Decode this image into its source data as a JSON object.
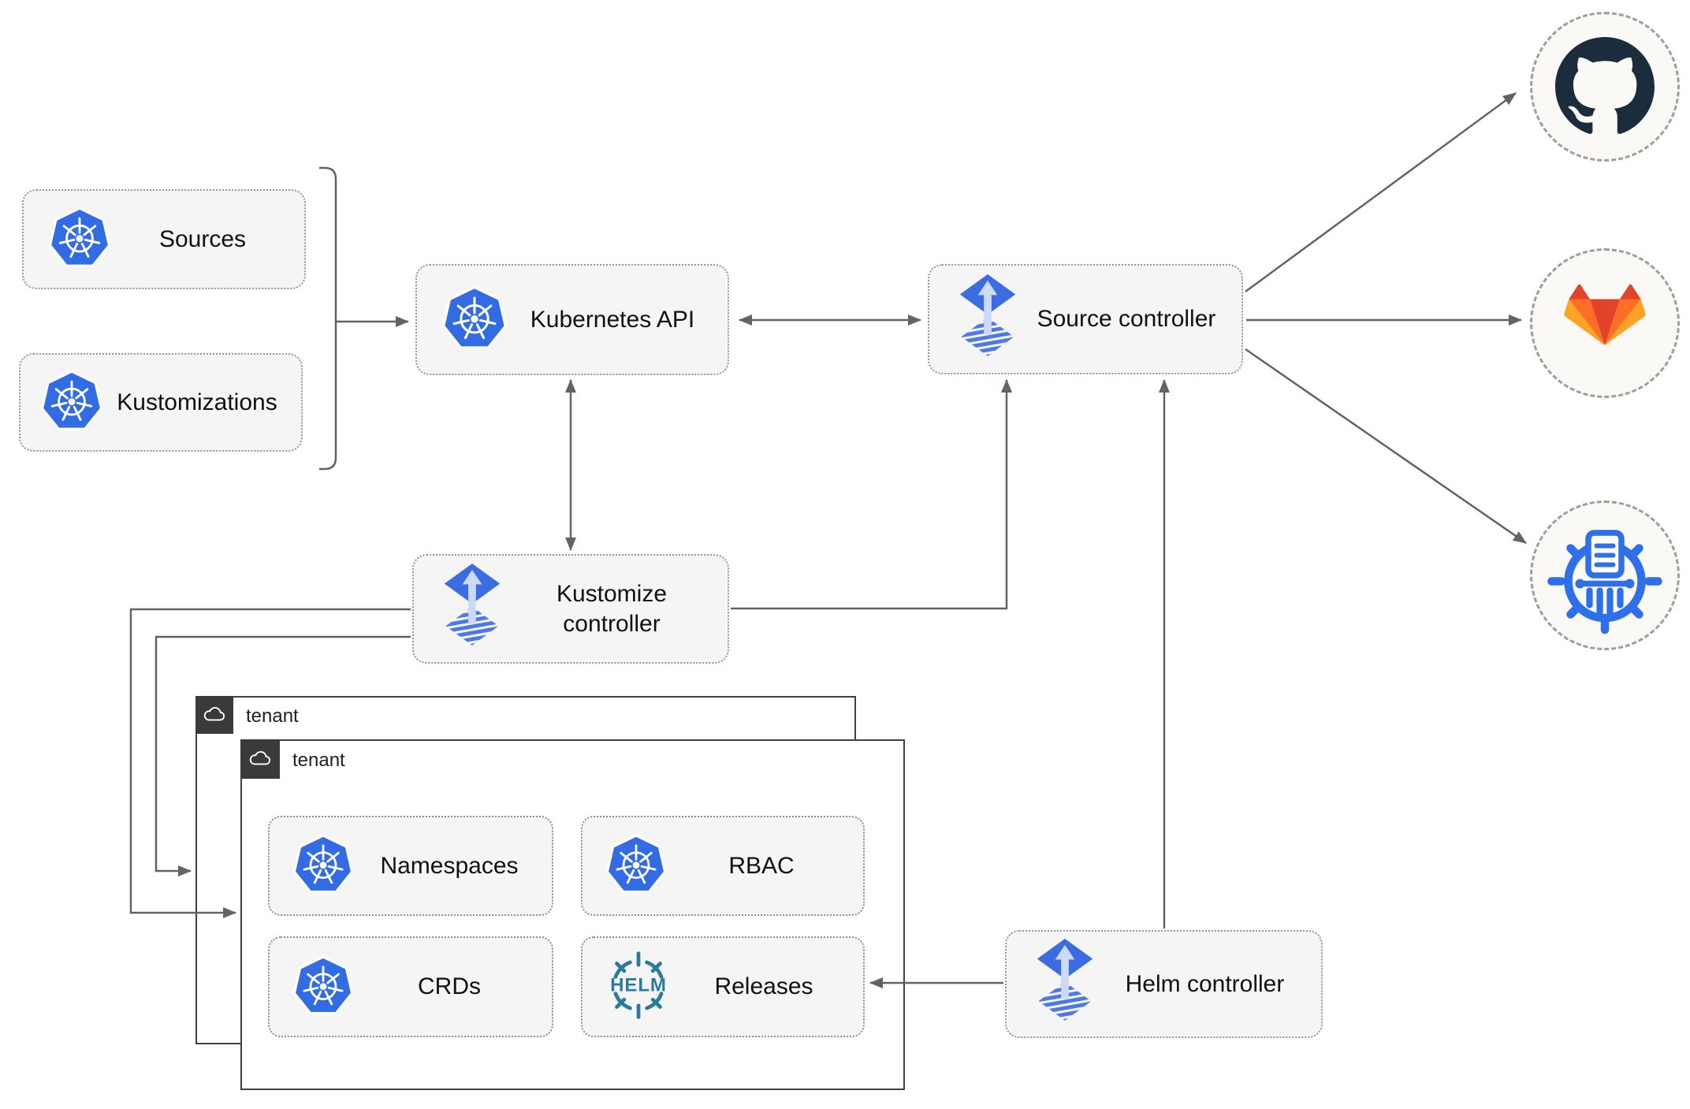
{
  "diagram": {
    "title_hint": "Flux GitOps multi-tenancy architecture diagram",
    "nodes": {
      "sources": {
        "label": "Sources",
        "icon": "kubernetes-icon"
      },
      "kustomizations": {
        "label": "Kustomizations",
        "icon": "kubernetes-icon"
      },
      "kubernetes_api": {
        "label": "Kubernetes API",
        "icon": "kubernetes-icon"
      },
      "source_controller": {
        "label": "Source controller",
        "icon": "flux-icon"
      },
      "kustomize_controller": {
        "label": "Kustomize controller",
        "icon": "flux-icon"
      },
      "helm_controller": {
        "label": "Helm controller",
        "icon": "flux-icon"
      },
      "namespaces": {
        "label": "Namespaces",
        "icon": "kubernetes-icon"
      },
      "rbac": {
        "label": "RBAC",
        "icon": "kubernetes-icon"
      },
      "crds": {
        "label": "CRDs",
        "icon": "kubernetes-icon"
      },
      "releases": {
        "label": "Releases",
        "icon": "helm-icon"
      }
    },
    "tenants": {
      "back_label": "tenant",
      "front_label": "tenant",
      "badge_icon": "cloud-icon"
    },
    "endpoints": {
      "github": {
        "icon": "github-icon"
      },
      "gitlab": {
        "icon": "gitlab-icon"
      },
      "chart_repository": {
        "icon": "chartmuseum-icon"
      }
    },
    "helm_logo_text": "HELM",
    "colors": {
      "kubernetes_blue": "#326ce5",
      "flux_blue": "#3b6ce1",
      "flux_stripe_blue": "#4c79e6",
      "flux_arrow_light": "#ccdaf6",
      "helm_teal": "#2a7b99",
      "chartmuseum_blue": "#2f6fe8",
      "github_dark": "#1b2d3d",
      "gitlab_red_orange": "#e24329",
      "gitlab_orange": "#fc6d26",
      "gitlab_amber": "#fca326",
      "connector_gray": "#636363",
      "node_fill": "#f5f5f6",
      "tenant_border": "#404040",
      "badge_background": "#3a3a3a"
    }
  }
}
